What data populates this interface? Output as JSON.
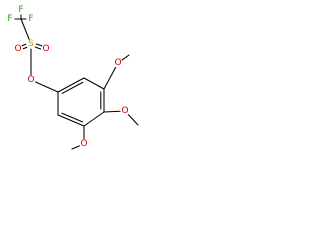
{
  "structure": {
    "type": "chemical-structure",
    "colors": {
      "bond": "#000000",
      "carbon_label": "#000000",
      "oxygen": "#d40000",
      "sulfur": "#b8a000",
      "fluorine": "#2ca02c",
      "background": "#ffffff"
    },
    "atoms": [
      {
        "id": "F1",
        "element": "F",
        "label": "F"
      },
      {
        "id": "F2",
        "element": "F",
        "label": "F"
      },
      {
        "id": "F3",
        "element": "F",
        "label": "F"
      },
      {
        "id": "C_cf3",
        "element": "C",
        "label": ""
      },
      {
        "id": "S",
        "element": "S",
        "label": "S"
      },
      {
        "id": "O_s1",
        "element": "O",
        "label": "O"
      },
      {
        "id": "O_s2",
        "element": "O",
        "label": "O"
      },
      {
        "id": "O_link",
        "element": "O",
        "label": "O"
      },
      {
        "id": "C1",
        "element": "C",
        "label": ""
      },
      {
        "id": "C2",
        "element": "C",
        "label": ""
      },
      {
        "id": "C3",
        "element": "C",
        "label": ""
      },
      {
        "id": "C4",
        "element": "C",
        "label": ""
      },
      {
        "id": "C5",
        "element": "C",
        "label": ""
      },
      {
        "id": "C6",
        "element": "C",
        "label": ""
      },
      {
        "id": "O_m3",
        "element": "O",
        "label": "O"
      },
      {
        "id": "O_p4",
        "element": "O",
        "label": "O"
      },
      {
        "id": "O_m5",
        "element": "O",
        "label": "O"
      },
      {
        "id": "Me3",
        "element": "C",
        "label": ""
      },
      {
        "id": "Me4",
        "element": "C",
        "label": ""
      },
      {
        "id": "Me5",
        "element": "C",
        "label": ""
      }
    ],
    "bonds": [
      {
        "from": "F1",
        "to": "C_cf3",
        "order": 1
      },
      {
        "from": "F2",
        "to": "C_cf3",
        "order": 1
      },
      {
        "from": "F3",
        "to": "C_cf3",
        "order": 1
      },
      {
        "from": "C_cf3",
        "to": "S",
        "order": 1
      },
      {
        "from": "S",
        "to": "O_s1",
        "order": 2
      },
      {
        "from": "S",
        "to": "O_s2",
        "order": 2
      },
      {
        "from": "S",
        "to": "O_link",
        "order": 1
      },
      {
        "from": "O_link",
        "to": "C1",
        "order": 1
      },
      {
        "from": "C1",
        "to": "C2",
        "order": 2
      },
      {
        "from": "C2",
        "to": "C3",
        "order": 1
      },
      {
        "from": "C3",
        "to": "C4",
        "order": 2
      },
      {
        "from": "C4",
        "to": "C5",
        "order": 1
      },
      {
        "from": "C5",
        "to": "C6",
        "order": 2
      },
      {
        "from": "C6",
        "to": "C1",
        "order": 1
      },
      {
        "from": "C3",
        "to": "O_m3",
        "order": 1
      },
      {
        "from": "O_m3",
        "to": "Me3",
        "order": 1
      },
      {
        "from": "C4",
        "to": "O_p4",
        "order": 1
      },
      {
        "from": "O_p4",
        "to": "Me4",
        "order": 1
      },
      {
        "from": "C5",
        "to": "O_m5",
        "order": 1
      },
      {
        "from": "O_m5",
        "to": "Me5",
        "order": 1
      }
    ]
  }
}
